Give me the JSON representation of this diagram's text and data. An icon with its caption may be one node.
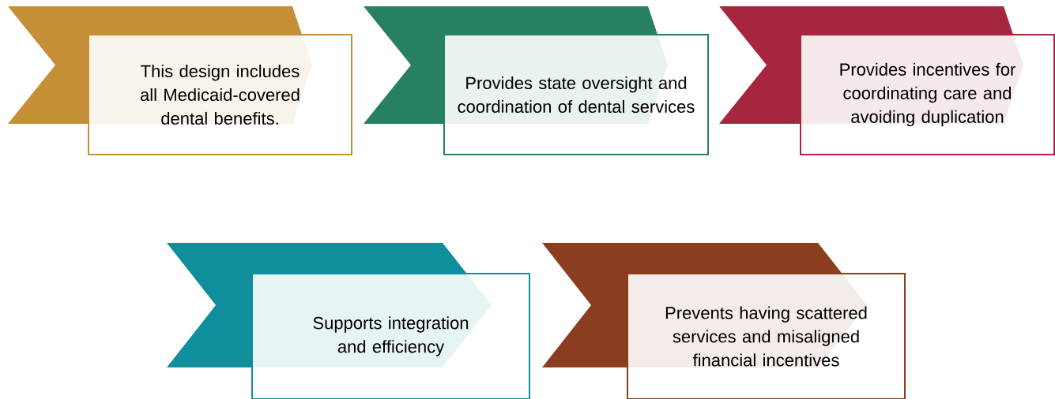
{
  "diagram": {
    "nodes": [
      {
        "text": [
          "This design includes all Medicaid-covered dental benefits."
        ]
      },
      {
        "text": [
          "Provides state oversight and coordination of dental services"
        ]
      },
      {
        "text": [
          "Provides incentives for coordinating care and avoiding duplication"
        ]
      },
      {
        "text": [
          "Supports integration and efficiency"
        ]
      },
      {
        "text": [
          "Prevents having scattered services and misaligned financial incentives"
        ]
      }
    ]
  }
}
